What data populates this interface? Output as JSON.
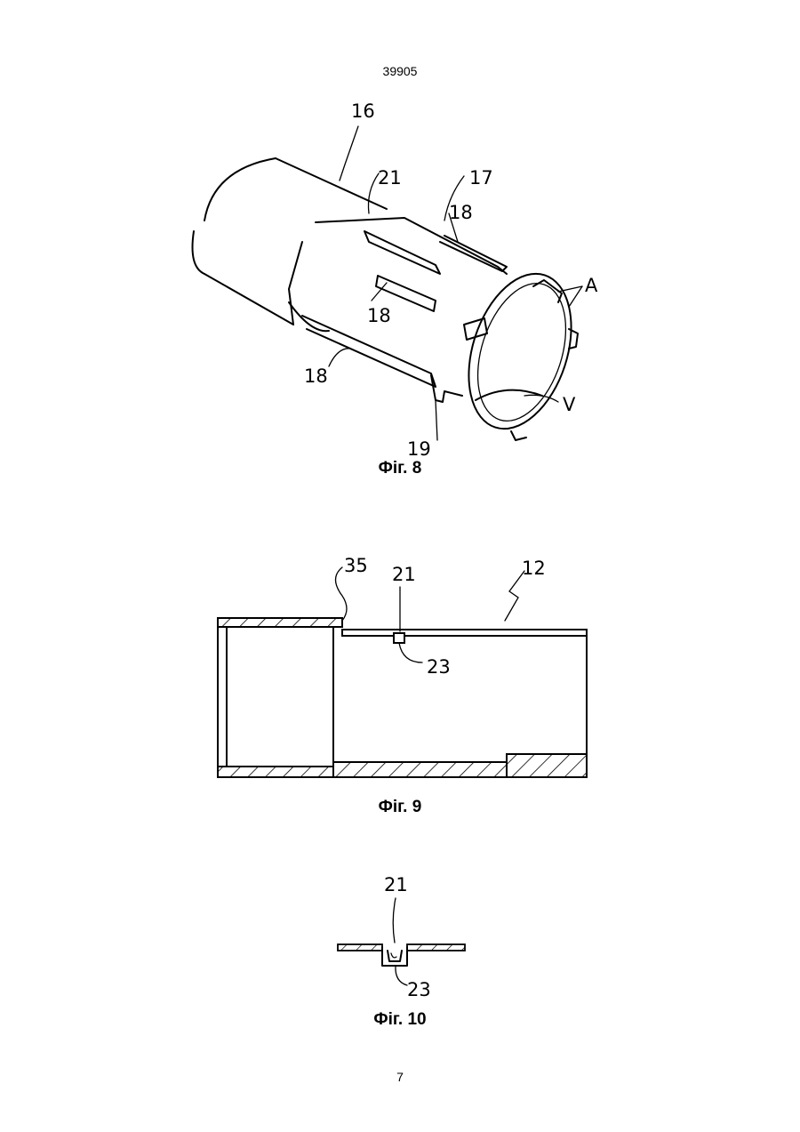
{
  "page": {
    "header_number": "39905",
    "footer_number": "7"
  },
  "figures": [
    {
      "caption": "Фіг. 8",
      "labels": [
        "16",
        "21",
        "17",
        "18",
        "A",
        "18",
        "18",
        "V",
        "19"
      ]
    },
    {
      "caption": "Фіг. 9",
      "labels": [
        "35",
        "21",
        "12",
        "23"
      ]
    },
    {
      "caption": "Фіг. 10",
      "labels": [
        "21",
        "23"
      ]
    }
  ]
}
